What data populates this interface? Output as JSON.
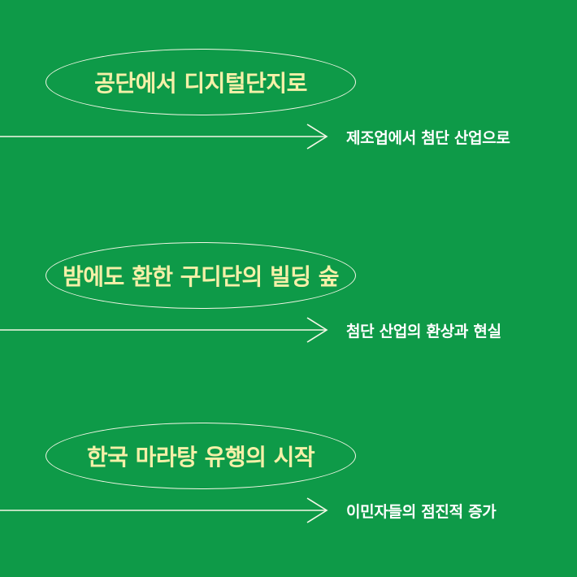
{
  "colors": {
    "background": "#0e9a48",
    "heading_text": "#f5f0a8",
    "line": "#f4f7e6",
    "subtitle_text": "#ffffff"
  },
  "sections": [
    {
      "heading": "공단에서 디지털단지로",
      "subtitle": "제조업에서 첨단 산업으로"
    },
    {
      "heading": "밤에도 환한 구디단의 빌딩 숲",
      "subtitle": "첨단 산업의 환상과 현실"
    },
    {
      "heading": "한국 마라탕 유행의 시작",
      "subtitle": "이민자들의 점진적 증가"
    }
  ]
}
